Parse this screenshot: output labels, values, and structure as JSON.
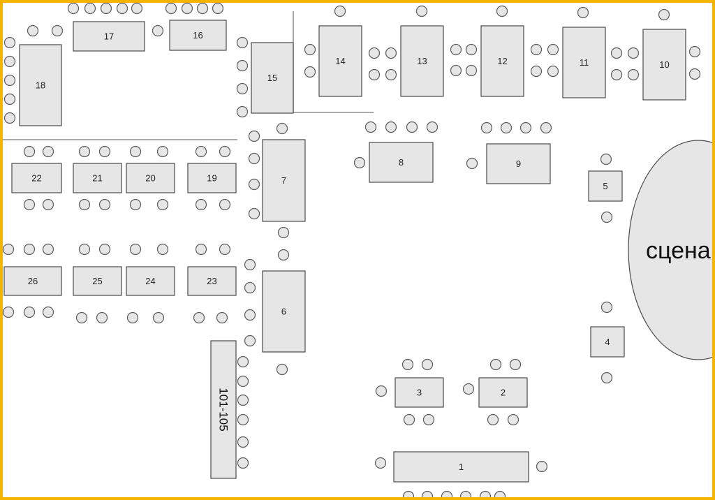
{
  "colors": {
    "frame": "#f5b400",
    "table_fill": "#e6e6e6",
    "outline": "#4a4a4a"
  },
  "stage": {
    "label": "сцена"
  },
  "tables": [
    {
      "id": "t18",
      "label": "18"
    },
    {
      "id": "t17",
      "label": "17"
    },
    {
      "id": "t16",
      "label": "16"
    },
    {
      "id": "t15",
      "label": "15"
    },
    {
      "id": "t14",
      "label": "14"
    },
    {
      "id": "t13",
      "label": "13"
    },
    {
      "id": "t12",
      "label": "12"
    },
    {
      "id": "t11",
      "label": "11"
    },
    {
      "id": "t10",
      "label": "10"
    },
    {
      "id": "t22",
      "label": "22"
    },
    {
      "id": "t21",
      "label": "21"
    },
    {
      "id": "t20",
      "label": "20"
    },
    {
      "id": "t19",
      "label": "19"
    },
    {
      "id": "t7",
      "label": "7"
    },
    {
      "id": "t8",
      "label": "8"
    },
    {
      "id": "t9",
      "label": "9"
    },
    {
      "id": "t5",
      "label": "5"
    },
    {
      "id": "t26",
      "label": "26"
    },
    {
      "id": "t25",
      "label": "25"
    },
    {
      "id": "t24",
      "label": "24"
    },
    {
      "id": "t23",
      "label": "23"
    },
    {
      "id": "t6",
      "label": "6"
    },
    {
      "id": "t4",
      "label": "4"
    },
    {
      "id": "t101",
      "label": "101-105"
    },
    {
      "id": "t3",
      "label": "3"
    },
    {
      "id": "t2",
      "label": "2"
    },
    {
      "id": "t1",
      "label": "1"
    }
  ]
}
